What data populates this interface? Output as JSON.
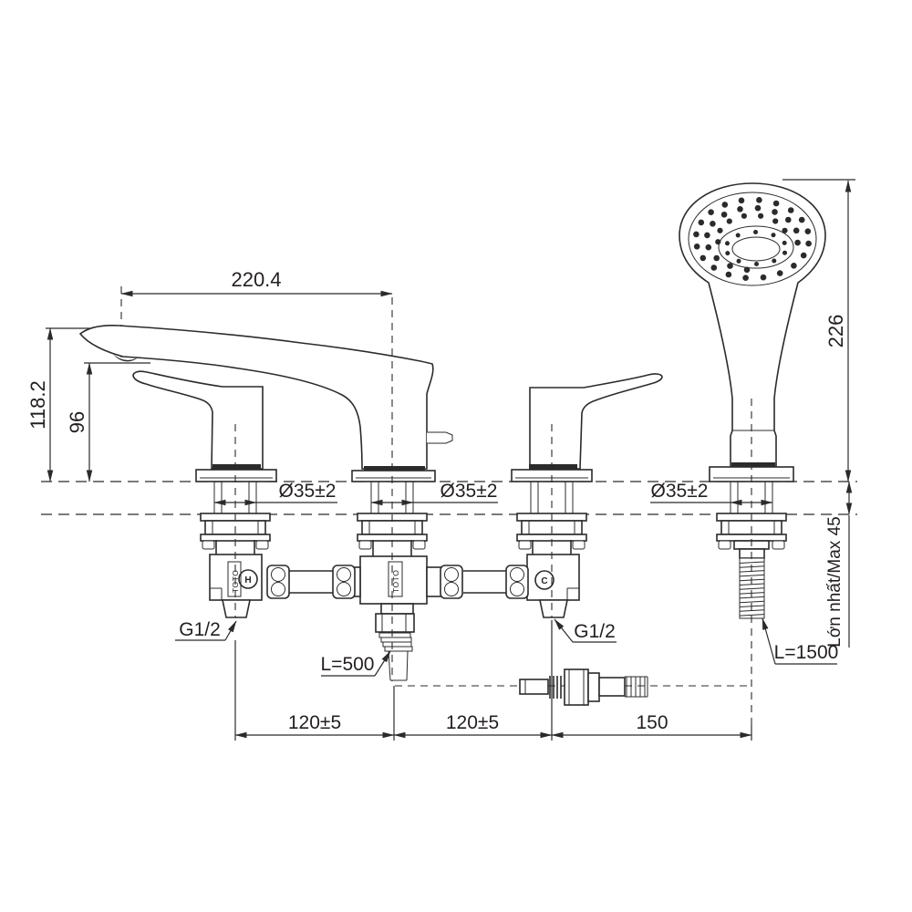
{
  "drawing": {
    "background": "#ffffff",
    "line_color": "#2b2b2b",
    "text_color": "#231f20",
    "product": {
      "brand": "TOTO",
      "hot_marker": "H",
      "cold_marker": "C"
    },
    "dimensions": {
      "spout_reach": "220.4",
      "spout_height": "118.2",
      "handle_height": "96",
      "handshower_height": "226",
      "hole_left": "Ø35±2",
      "hole_center": "Ø35±2",
      "hole_shower": "Ø35±2",
      "thread_left": "G1/2",
      "thread_right": "G1/2",
      "center_hose_length": "L=500",
      "shower_hose_length": "L=1500",
      "deck_thickness_max": "Lớn nhất/Max 45",
      "spacing_left": "120±5",
      "spacing_center": "120±5",
      "spacing_shower": "150"
    }
  }
}
